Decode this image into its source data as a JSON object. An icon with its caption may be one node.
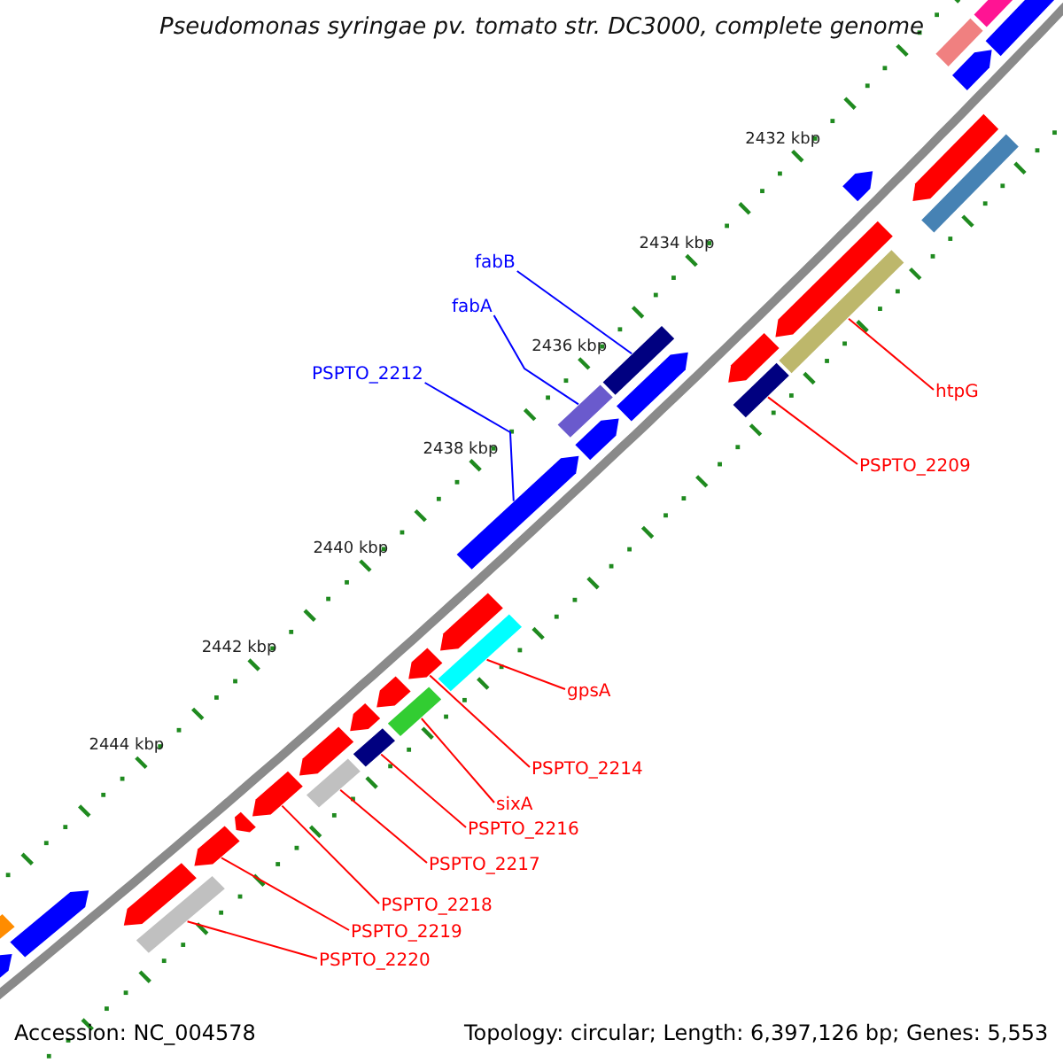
{
  "diagram": {
    "title": "Pseudomonas syringae pv. tomato str. DC3000, complete genome",
    "nodes": [
      {
        "text": [
          "fabB"
        ]
      },
      {
        "text": [
          "fabA"
        ]
      },
      {
        "text": [
          "PSPTO_2212"
        ]
      },
      {
        "text": [
          "htpG"
        ]
      },
      {
        "text": [
          "PSPTO_2209"
        ]
      },
      {
        "text": [
          "gpsA"
        ]
      },
      {
        "text": [
          "PSPTO_2214"
        ]
      },
      {
        "text": [
          "sixA"
        ]
      },
      {
        "text": [
          "PSPTO_2216"
        ]
      },
      {
        "text": [
          "PSPTO_2217"
        ]
      },
      {
        "text": [
          "PSPTO_2218"
        ]
      },
      {
        "text": [
          "PSPTO_2219"
        ]
      },
      {
        "text": [
          "PSPTO_2220"
        ]
      },
      {
        "text": [],
        "shape": "bar"
      },
      {
        "text": [],
        "shape": "bar"
      },
      {
        "text": [],
        "shape": "bar"
      },
      {
        "text": [],
        "shape": "bar"
      },
      {
        "text": [],
        "shape": "bar"
      },
      {
        "text": [],
        "shape": "bar"
      },
      {
        "text": [],
        "shape": "bar"
      },
      {
        "text": [],
        "shape": "bar"
      },
      {
        "text": [],
        "shape": "bar"
      },
      {
        "text": [],
        "shape": "bar"
      },
      {
        "text": [],
        "shape": "bar"
      },
      {
        "text": [],
        "shape": "bar"
      },
      {
        "text": [],
        "shape": "bar"
      },
      {
        "text": [],
        "shape": "bar"
      },
      {
        "text": [],
        "shape": "bar"
      },
      {
        "text": [],
        "shape": "bar"
      },
      {
        "text": [],
        "shape": "bar"
      },
      {
        "text": [],
        "shape": "bar"
      },
      {
        "text": [],
        "shape": "bar"
      },
      {
        "text": [],
        "shape": "bar"
      },
      {
        "text": [],
        "shape": "bar"
      },
      {
        "text": [],
        "shape": "bar"
      },
      {
        "text": [],
        "shape": "bar"
      },
      {
        "text": [],
        "shape": "bar"
      },
      {
        "text": [],
        "shape": "bar"
      },
      {
        "text": [],
        "shape": "bar"
      },
      {
        "text": [],
        "shape": "bar"
      },
      {
        "text": [],
        "shape": "bar"
      },
      {
        "text": [],
        "shape": "bar"
      },
      {
        "text": [],
        "shape": "bar"
      },
      {
        "text": [],
        "shape": "bar"
      },
      {
        "text": [],
        "shape": "bar"
      },
      {
        "text": [],
        "shape": "bar"
      }
    ],
    "edges": [
      {
        "from": 0,
        "to": 23,
        "arrow": "none",
        "color": "#0000ff"
      },
      {
        "from": 1,
        "to": 26,
        "arrow": "none",
        "color": "#0000ff"
      },
      {
        "from": 2,
        "to": 28,
        "arrow": "none",
        "color": "#0000ff"
      },
      {
        "from": 3,
        "to": 21,
        "arrow": "none"
      },
      {
        "from": 4,
        "to": 25,
        "arrow": "none"
      },
      {
        "from": 5,
        "to": 30,
        "arrow": "none"
      },
      {
        "from": 6,
        "to": 31,
        "arrow": "none"
      },
      {
        "from": 7,
        "to": 33,
        "arrow": "none"
      },
      {
        "from": 8,
        "to": 35,
        "arrow": "none"
      },
      {
        "from": 9,
        "to": 37,
        "arrow": "none"
      },
      {
        "from": 10,
        "to": 38,
        "arrow": "none"
      },
      {
        "from": 11,
        "to": 40,
        "arrow": "none"
      },
      {
        "from": 12,
        "to": 42,
        "arrow": "none"
      }
    ],
    "labels": [
      "2432 kbp",
      "2434 kbp",
      "2436 kbp",
      "2438 kbp",
      "2440 kbp",
      "2442 kbp",
      "2444 kbp",
      "Accession: NC_004578",
      "Topology: circular; Length: 6,397,126 bp; Genes: 5,553"
    ]
  }
}
